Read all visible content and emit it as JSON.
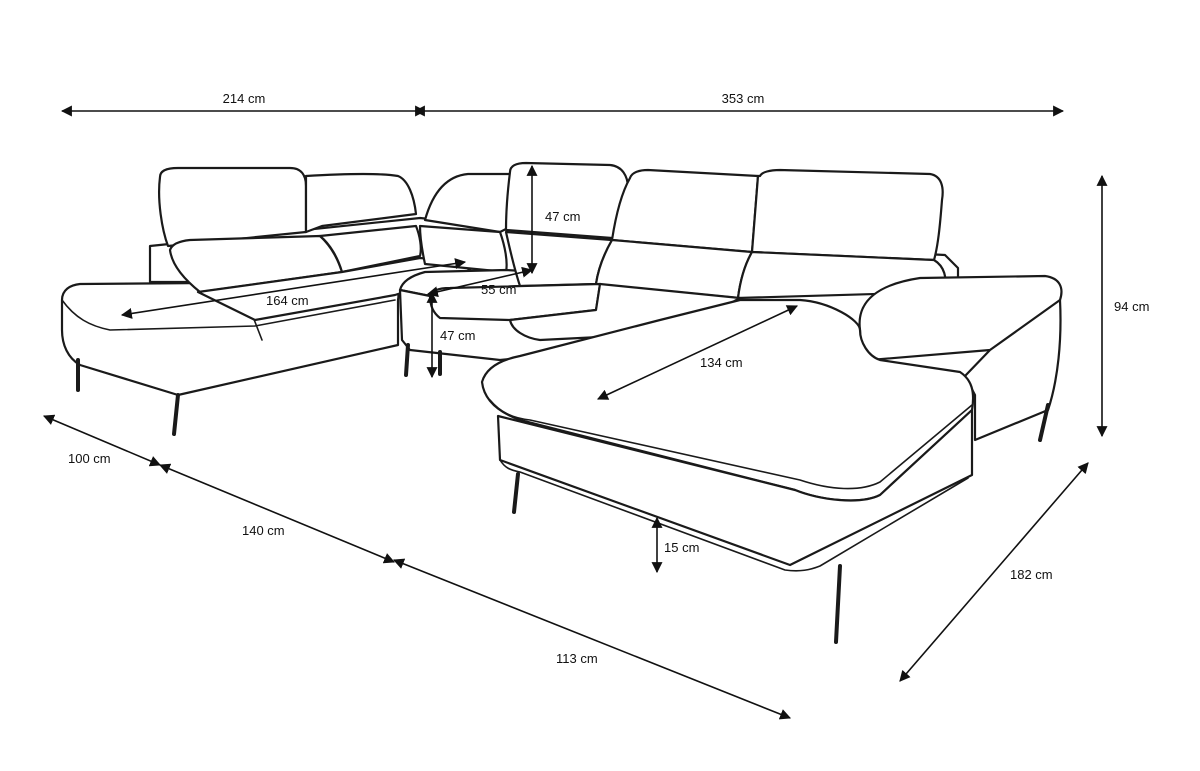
{
  "diagram": {
    "subject": "u-shaped-sofa",
    "dimensions": {
      "left_width": "214 cm",
      "right_width": "353 cm",
      "total_height": "94 cm",
      "headrest_height": "47 cm",
      "seat_depth": "55 cm",
      "seat_height": "47 cm",
      "left_chaise_length": "164 cm",
      "right_chaise_length": "134 cm",
      "left_section_depth": "100 cm",
      "middle_section_depth": "140 cm",
      "right_section_front": "113 cm",
      "right_section_depth": "182 cm",
      "leg_height": "15 cm"
    }
  }
}
